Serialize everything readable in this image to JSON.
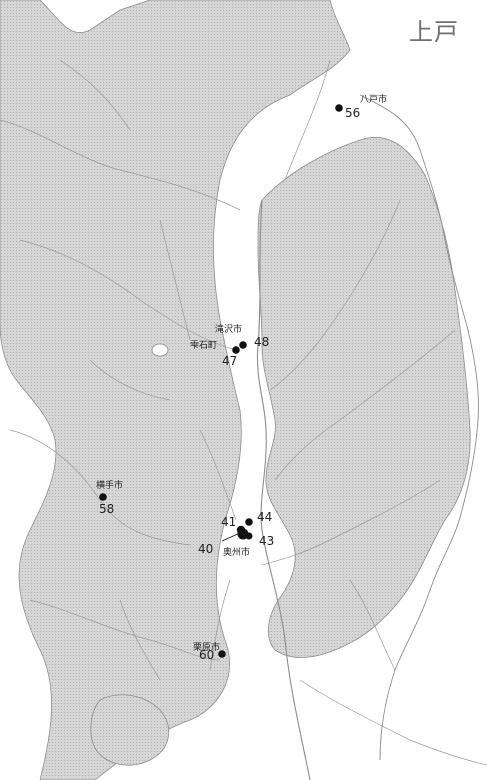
{
  "title": "上戸",
  "colors": {
    "highland": "#d4d4d4",
    "lowland": "#ffffff",
    "line": "#8c8c8c",
    "site": "#111111"
  },
  "places": [
    {
      "name": "八戸市",
      "sites": [
        "56"
      ]
    },
    {
      "name": "滝沢市",
      "sites": [
        "48"
      ]
    },
    {
      "name": "雫石町",
      "sites": [
        "47"
      ]
    },
    {
      "name": "横手市",
      "sites": [
        "58"
      ]
    },
    {
      "name": "奥州市",
      "sites": [
        "40",
        "41",
        "43",
        "44"
      ]
    },
    {
      "name": "栗原市",
      "sites": [
        "60"
      ]
    }
  ]
}
